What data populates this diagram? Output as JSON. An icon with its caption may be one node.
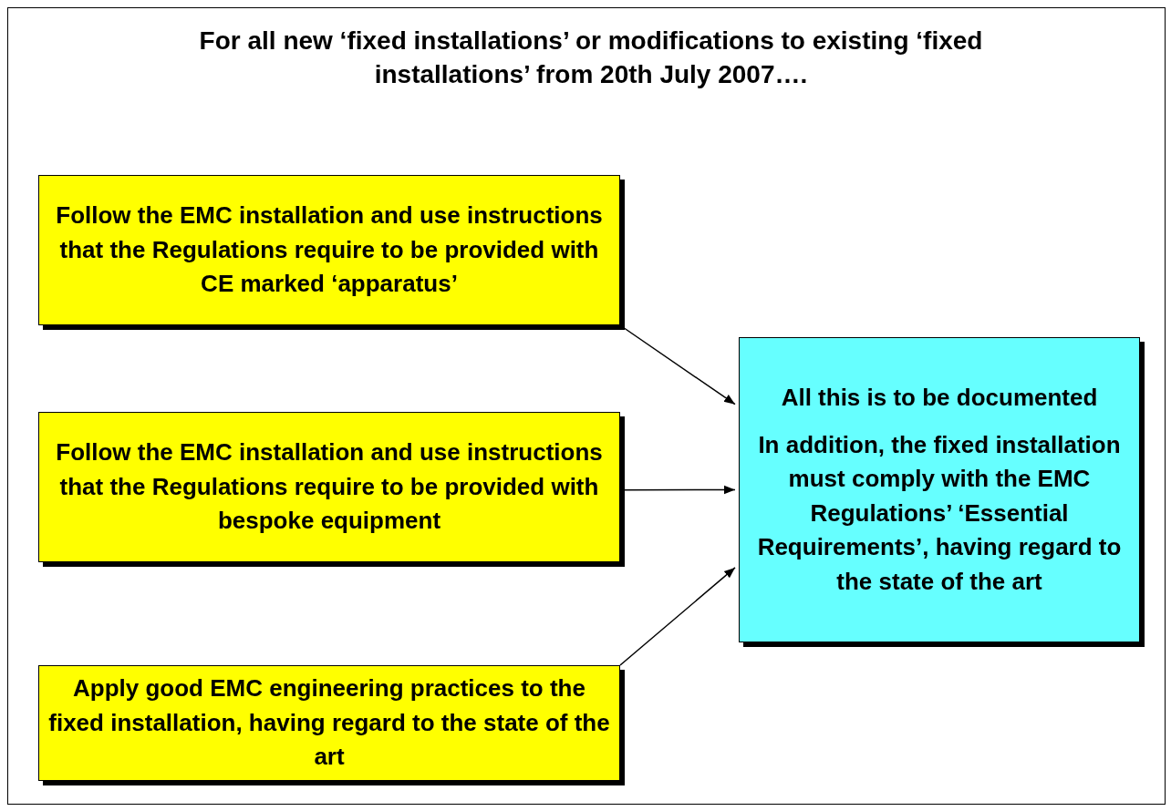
{
  "diagram": {
    "title": "For all new ‘fixed installations’ or modifications to existing ‘fixed installations’ from 20th July 2007….",
    "nodes": [
      {
        "text": [
          "Follow the EMC installation and use instructions that the Regulations require to be provided with CE marked ‘apparatus’"
        ]
      },
      {
        "text": [
          "Follow the EMC installation and use instructions that the Regulations require to be provided with bespoke equipment"
        ]
      },
      {
        "text": [
          "Apply good EMC engineering practices to the fixed installation, having regard to the state of the art"
        ]
      },
      {
        "text": [
          "All this is to be documented",
          "In addition, the fixed installation must comply with the EMC Regulations’ ‘Essential Requirements’, having regard to the state of the art"
        ]
      }
    ],
    "edges": [
      {
        "from": 0,
        "to": 3,
        "arrow": "to"
      },
      {
        "from": 1,
        "to": 3,
        "arrow": "to"
      },
      {
        "from": 2,
        "to": 3,
        "arrow": "to"
      }
    ]
  }
}
